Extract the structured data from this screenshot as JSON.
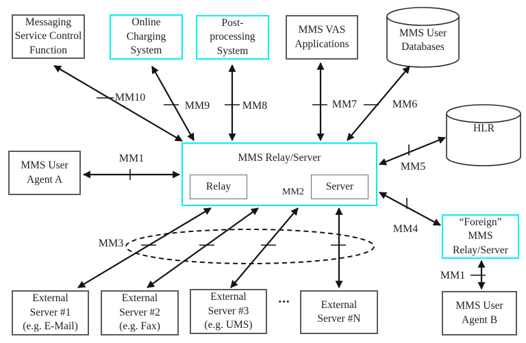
{
  "diagram": {
    "type": "architecture-diagram",
    "subject": "MMS Reference Architecture",
    "nodes": {
      "mscf": "Messaging\nService Control\nFunction",
      "ocs": "Online\nCharging\nSystem",
      "pps": "Post-\nprocessing\nSystem",
      "vas": "MMS VAS\nApplications",
      "user_db": "MMS User\nDatabases",
      "hlr": "HLR",
      "relay_server_title": "MMS Relay/Server",
      "relay": "Relay",
      "server": "Server",
      "ua_a": "MMS User\nAgent A",
      "foreign": "“Foreign”\nMMS\nRelay/Server",
      "ua_b": "MMS User\nAgent B",
      "ext1": "External\nServer #1\n(e.g. E-Mail)",
      "ext2": "External\nServer #2\n(e.g. Fax)",
      "ext3": "External\nServer #3\n(e.g. UMS)",
      "extN": "External\nServer #N",
      "ellipsis": "..."
    },
    "interfaces": {
      "mm1_left": "MM1",
      "mm1_right": "MM1",
      "mm2": "MM2",
      "mm3": "MM3",
      "mm4": "MM4",
      "mm5": "MM5",
      "mm6": "MM6",
      "mm7": "MM7",
      "mm8": "MM8",
      "mm9": "MM9",
      "mm10": "MM10"
    },
    "colors": {
      "highlight_border": "#00f0f0",
      "box_border": "#5a5a5a",
      "line": "#141414",
      "text": "#1c1c28",
      "background": "#ffffff"
    }
  }
}
